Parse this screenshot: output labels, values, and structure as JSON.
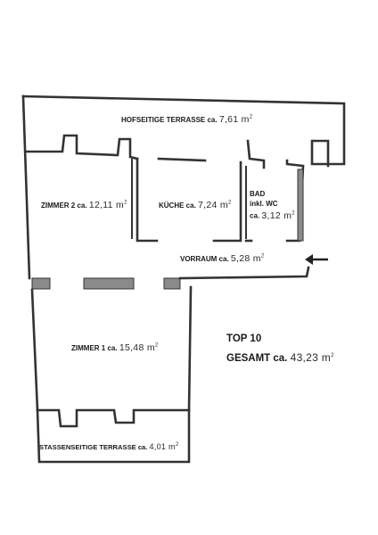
{
  "rooms": {
    "terrace_court": {
      "name": "HOFSEITIGE TERRASSE ca.",
      "area": "7,61",
      "unit": "m",
      "sup": "2"
    },
    "room2": {
      "name": "ZIMMER 2 ca.",
      "area": "12,11",
      "unit": "m",
      "sup": "2"
    },
    "kitchen": {
      "name": "KÜCHE ca.",
      "area": "7,24",
      "unit": "m",
      "sup": "2"
    },
    "bath": {
      "line1": "BAD",
      "line2": "inkl. WC",
      "line3": "ca.",
      "area": "3,12",
      "unit": "m",
      "sup": "2"
    },
    "hall": {
      "name": "VORRAUM ca.",
      "area": "5,28",
      "unit": "m",
      "sup": "2"
    },
    "room1": {
      "name": "ZIMMER 1 ca.",
      "area": "15,48",
      "unit": "m",
      "sup": "2"
    },
    "terrace_street": {
      "name": "STASSENSEITIGE TERRASSE ca.",
      "area": "4,01",
      "unit": "m",
      "sup": "2"
    }
  },
  "summary": {
    "unit": "TOP 10",
    "total_label": "GESAMT ca.",
    "total_area": "43,23",
    "total_unit": "m",
    "total_sup": "2"
  },
  "colors": {
    "wall": "#333333",
    "hatch": "#8a8a8a",
    "paper": "#ffffff"
  },
  "icons": {
    "entrance": "arrow-left-icon"
  }
}
